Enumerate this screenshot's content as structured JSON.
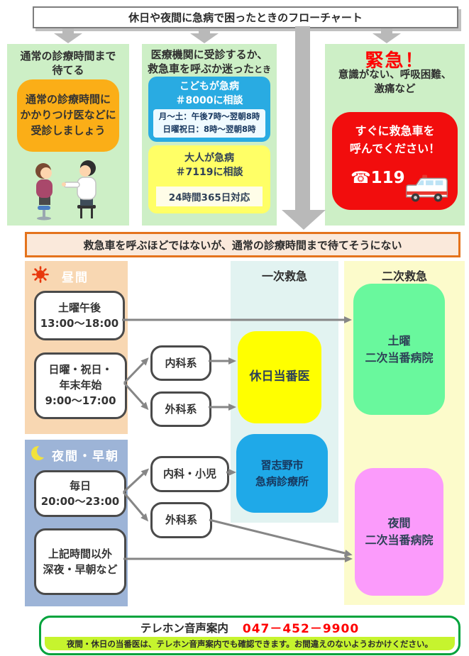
{
  "title": "休日や夜間に急病で困ったときのフローチャート",
  "columns": {
    "wait": {
      "header": "通常の診療時間まで\n待てる",
      "advice": "通常の診療時間に\nかかりつけ医などに\n受診しましょう"
    },
    "consult": {
      "header_line1": "医療機関に受診するか、",
      "header_line2": "救急車を呼ぶか迷った",
      "header_suffix": "とき",
      "child": {
        "title": "こどもが急病\n＃8000に相談",
        "hours": "月～土：午後7時～翌朝8時\n日曜祝日：8時～翌朝8時"
      },
      "adult": {
        "title": "大人が急病\n＃7119に相談",
        "hours": "24時間365日対応"
      }
    },
    "emergency": {
      "header": "緊急！",
      "symptoms": "意識がない、呼吸困難、\n激痛など",
      "call": "すぐに救急車を\n呼んでください！",
      "phone": "☎119"
    }
  },
  "banner": "救急車を呼ぶほどではないが、通常の診療時間まで待てそうにない",
  "flow": {
    "primary_header": "一次救急",
    "secondary_header": "二次救急",
    "daytime": {
      "label": "昼間",
      "saturday": "土曜午後\n13:00～18:00",
      "holiday": "日曜・祝日・\n年末年始\n9:00～17:00",
      "internal": "内科系",
      "surgical": "外科系",
      "primary_result": "休日当番医",
      "secondary_result": "土曜\n二次当番病院"
    },
    "night": {
      "label": "夜間・早朝",
      "everyday": "毎日\n20:00～23:00",
      "other": "上記時間以外\n深夜・早朝など",
      "internal": "内科・小児",
      "surgical": "外科系",
      "primary_result": "習志野市\n急病診療所",
      "secondary_result": "夜間\n二次当番病院"
    }
  },
  "footer": {
    "label": "テレホン音声案内",
    "phone": "047－452－9900",
    "note": "夜間・休日の当番医は、テレホン音声案内でも確認できます。お間違えのないようおかけください。"
  },
  "colors": {
    "column_bg": "#cdefc6",
    "advice_orange": "#fbae17",
    "child_blue": "#29abe2",
    "adult_yellow": "#ffff66",
    "emergency_red": "#f20d0d",
    "banner_border": "#e4731c",
    "day_band": "#f8d7b2",
    "night_band": "#9db4d7",
    "primary_band": "#e2f3f1",
    "secondary_band": "#fcfbcb",
    "holiday_doctor_yellow": "#ffff00",
    "saturday_hospital_green": "#69f89d",
    "narashino_blue": "#1fa9e8",
    "night_hospital_pink": "#fb9bfb",
    "footer_green": "#00a33c",
    "footer_note_bg": "#c6f42e",
    "phone_red": "#ff0000"
  }
}
